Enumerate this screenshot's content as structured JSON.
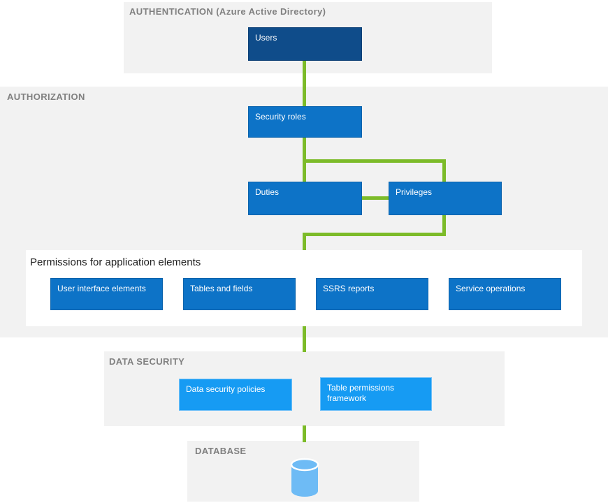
{
  "diagram": {
    "type": "security-architecture-diagram",
    "colors": {
      "section_background": "#F2F2F2",
      "section_label_text": "#808080",
      "dark_blue_node": "#0F4C8A",
      "medium_blue_node": "#0D73C7",
      "light_blue_node": "#169BF3",
      "connector_green": "#7CBB29",
      "database_cylinder": "#6EBBF5",
      "node_text": "#FFFFFF",
      "panel_title_text": "#1F1F1F"
    },
    "sections": {
      "authentication": {
        "label": "AUTHENTICATION (Azure Active Directory)",
        "nodes": {
          "users": "Users"
        }
      },
      "authorization": {
        "label": "AUTHORIZATION",
        "nodes": {
          "security_roles": "Security roles",
          "duties": "Duties",
          "privileges": "Privileges"
        },
        "permissions_panel": {
          "title": "Permissions for application elements",
          "items": [
            {
              "label": "User interface elements"
            },
            {
              "label": "Tables and fields"
            },
            {
              "label": "SSRS reports"
            },
            {
              "label": "Service operations"
            }
          ]
        }
      },
      "data_security": {
        "label": "DATA SECURITY",
        "nodes": {
          "policies": "Data security policies",
          "framework": "Table permissions framework"
        }
      },
      "database": {
        "label": "DATABASE",
        "icon": "database-cylinder"
      }
    },
    "connections": [
      "Users -> Security roles",
      "Security roles -> Duties",
      "Security roles -> Privileges",
      "Duties - Privileges",
      "Privileges -> Permissions for application elements",
      "Permissions for application elements -> Data security",
      "Data security -> Database"
    ]
  }
}
